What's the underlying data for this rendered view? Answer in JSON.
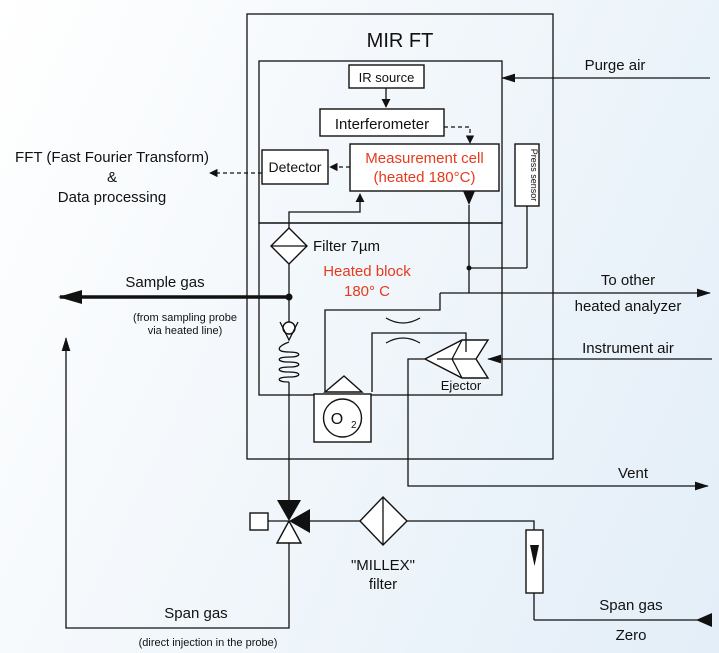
{
  "title": "MIR FT",
  "blocks": {
    "ir_source": "IR source",
    "interferometer": "Interferometer",
    "detector": "Detector",
    "measurement_cell_1": "Measurement cell",
    "measurement_cell_2": "(heated 180°C)",
    "press_sensor": "Press sensor",
    "filter": "Filter 7µm",
    "heated_block_1": "Heated block",
    "heated_block_2": "180° C",
    "o2": "O",
    "o2_sub": "2",
    "ejector": "Ejector",
    "millex_1": "\"MILLEX\"",
    "millex_2": "filter"
  },
  "outputs": {
    "fft_1": "FFT (Fast Fourier Transform)",
    "fft_2": "&",
    "fft_3": "Data processing"
  },
  "lines": {
    "purge_air": "Purge air",
    "to_other_1": "To other",
    "to_other_2": "heated analyzer",
    "instrument_air": "Instrument air",
    "vent": "Vent",
    "span_gas_right": "Span gas",
    "zero": "Zero",
    "sample_gas": "Sample gas",
    "sample_note_1": "(from sampling probe",
    "sample_note_2": "via heated line)",
    "span_gas_left": "Span gas",
    "span_note": "(direct injection in the probe)"
  },
  "colors": {
    "accent_red": "#e63a1e",
    "line": "#111111"
  }
}
